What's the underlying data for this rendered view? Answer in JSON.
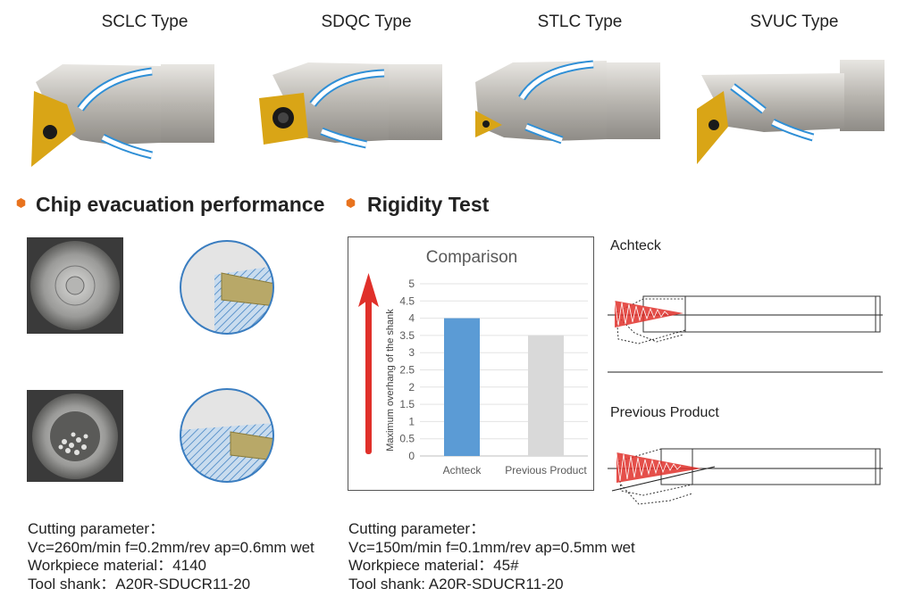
{
  "tool_types": [
    "SCLC Type",
    "SDQC Type",
    "STLC Type",
    "SVUC Type"
  ],
  "sections": {
    "chip": "Chip evacuation performance",
    "rigidity": "Rigidity Test"
  },
  "colors": {
    "bullet": "#e8731e",
    "insert": "#d9a516",
    "arrow": "#2f8fd6",
    "bar_achteck": "#5b9bd5",
    "bar_previous": "#d9d9d9",
    "vibration": "#e0302a"
  },
  "chart_data": {
    "type": "bar",
    "title": "Comparison",
    "ylabel": "Maximum overhang of the shank",
    "categories": [
      "Achteck",
      "Previous Product"
    ],
    "values": [
      4,
      3.5
    ],
    "ylim": [
      0,
      5
    ],
    "yticks": [
      "0",
      "0.5",
      "1",
      "1.5",
      "2",
      "2.5",
      "3",
      "3.5",
      "4",
      "4.5",
      "5"
    ],
    "grid": true
  },
  "drawings": {
    "top_label": "Achteck",
    "bottom_label": "Previous Product"
  },
  "params_left": {
    "heading": "Cutting parameter：",
    "line1": "Vc=260m/min f=0.2mm/rev ap=0.6mm wet",
    "line2": "Workpiece  material：4140",
    "line3": "Tool shank：A20R-SDUCR11-20"
  },
  "params_right": {
    "heading": "Cutting parameter：",
    "line1": "Vc=150m/min f=0.1mm/rev ap=0.5mm wet",
    "line2": "Workpiece material：45#",
    "line3": "Tool shank: A20R-SDUCR11-20"
  }
}
